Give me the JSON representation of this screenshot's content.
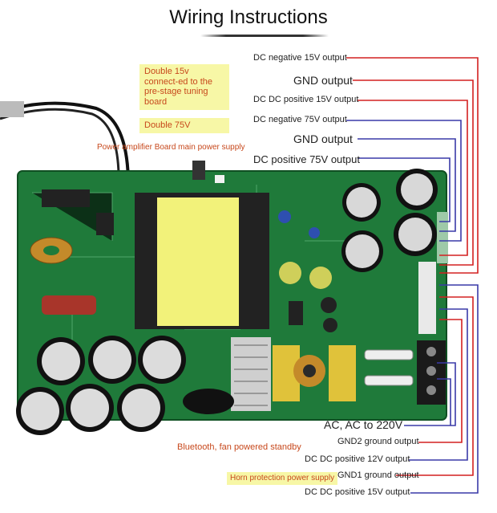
{
  "title": "Wiring Instructions",
  "notes": {
    "double_15v": "Double 15v connect-ed to the pre-stage tuning board",
    "double_75v": "Double 75V",
    "main_power": "Power amplifier Board main power supply",
    "bluetooth": "Bluetooth, fan powered standby",
    "horn": "Horn protection power supply"
  },
  "labels_top": [
    "DC negative 15V output",
    "GND output",
    "DC DC positive 15V output",
    "DC negative 75V output",
    "GND output",
    "DC positive 75V output"
  ],
  "labels_bottom": [
    "AC, AC to 220V",
    "GND2 ground output",
    "DC DC positive 12V output",
    "GND1 ground output",
    "DC DC positive 15V output"
  ],
  "colors": {
    "board": "#1f7a3a",
    "transformer": "#f2f27a",
    "red_wire": "#d42020",
    "blue_wire": "#3a3aa8",
    "note_bg": "#f7f7a6",
    "note_text": "#c7481c"
  }
}
